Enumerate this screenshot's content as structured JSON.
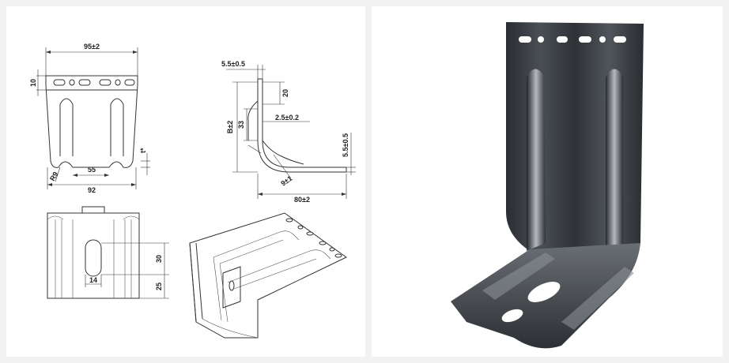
{
  "drawing": {
    "front_view": {
      "width_label": "95±2",
      "top_band_label": "10",
      "inner_width_label": "55",
      "bottom_width_label": "92",
      "radius_label": "R9",
      "thickness_label": "t*"
    },
    "side_view": {
      "top_thickness_label": "5.5±0.5",
      "top_offset_label": "20",
      "bend_label": "2.5±0.2",
      "height_label": "B±2",
      "rib_label": "33",
      "foot_thickness_label": "5.5±0.5",
      "inner_radius_label": "9±1",
      "foot_length_label": "80±2"
    },
    "top_view": {
      "slot_length_label": "30",
      "slot_offset_label": "25",
      "slot_width_label": "14"
    }
  },
  "colors": {
    "line": "#333333",
    "panel": "#ffffff",
    "background": "#f2f2f2"
  }
}
